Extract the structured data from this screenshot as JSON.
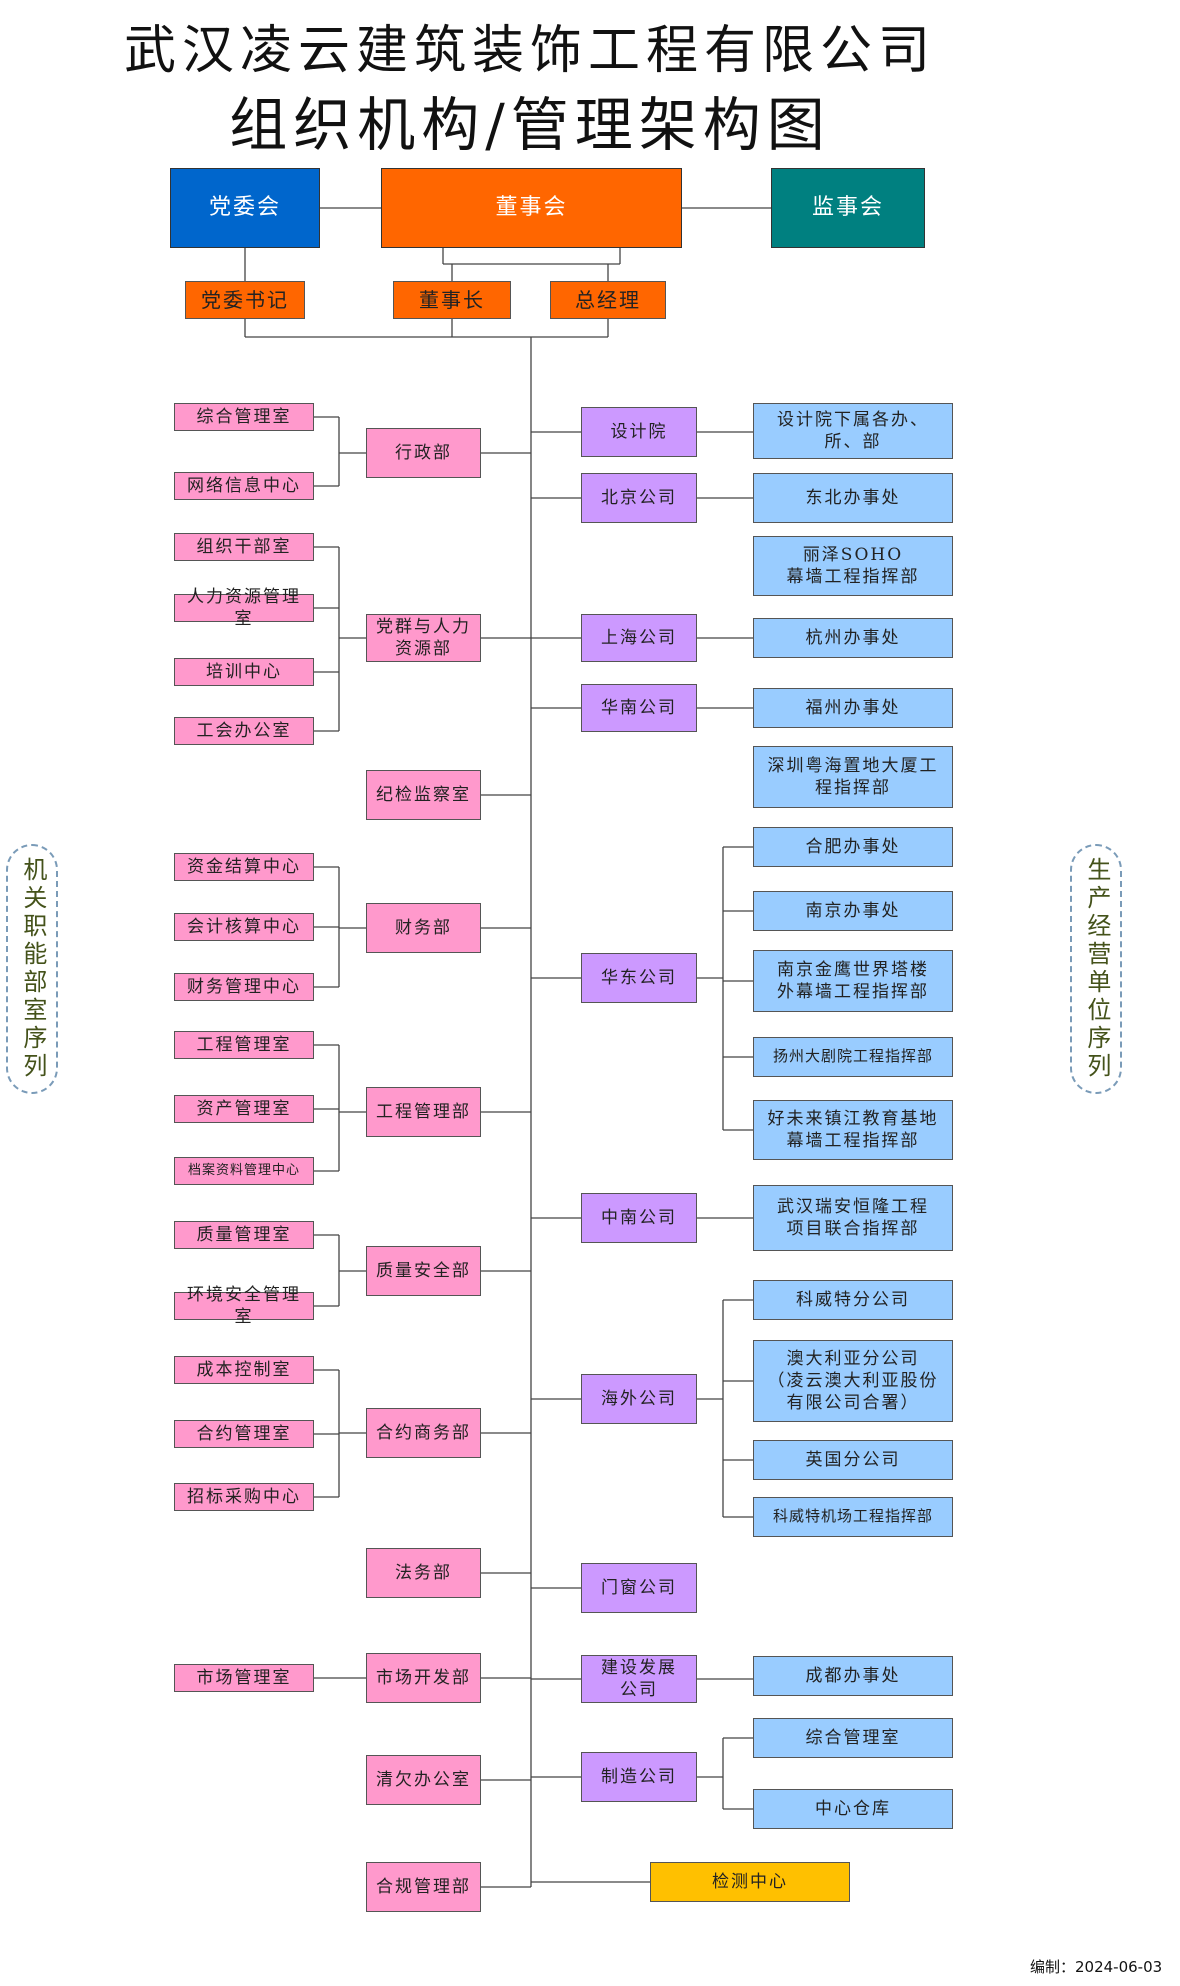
{
  "title": {
    "line1": "武汉凌云建筑装饰工程有限公司",
    "line2": "组织机构/管理架构图"
  },
  "colors": {
    "party": "#0066cc",
    "board": "#ff6600",
    "supervisors": "#008080",
    "leader": "#ff6600",
    "function_unit": "#ff99cc",
    "company": "#cc99ff",
    "branch": "#99ccff",
    "testing_center": "#ffc000"
  },
  "top": {
    "party_committee": "党委会",
    "board": "董事会",
    "supervisors": "监事会"
  },
  "leaders": {
    "party_secretary": "党委书记",
    "chairman": "董事长",
    "general_manager": "总经理"
  },
  "side_labels": {
    "left": "机关职能部室序列",
    "right": "生产经营单位序列"
  },
  "departments": [
    {
      "name": "行政部",
      "offices": [
        "综合管理室",
        "网络信息中心"
      ]
    },
    {
      "name": "党群与人力\n资源部",
      "offices": [
        "组织干部室",
        "人力资源管理室",
        "培训中心",
        "工会办公室"
      ]
    },
    {
      "name": "纪检监察室",
      "offices": []
    },
    {
      "name": "财务部",
      "offices": [
        "资金结算中心",
        "会计核算中心",
        "财务管理中心"
      ]
    },
    {
      "name": "工程管理部",
      "offices": [
        "工程管理室",
        "资产管理室",
        "档案资料管理中心"
      ]
    },
    {
      "name": "质量安全部",
      "offices": [
        "质量管理室",
        "环境安全管理室"
      ]
    },
    {
      "name": "合约商务部",
      "offices": [
        "成本控制室",
        "合约管理室",
        "招标采购中心"
      ]
    },
    {
      "name": "法务部",
      "offices": []
    },
    {
      "name": "市场开发部",
      "offices": [
        "市场管理室"
      ]
    },
    {
      "name": "清欠办公室",
      "offices": []
    },
    {
      "name": "合规管理部",
      "offices": []
    }
  ],
  "companies": [
    {
      "name": "设计院",
      "branches": [
        "设计院下属各办、\n所、部"
      ]
    },
    {
      "name": "北京公司",
      "branches": [
        "东北办事处",
        "丽泽SOHO\n幕墙工程指挥部"
      ]
    },
    {
      "name": "上海公司",
      "branches": [
        "杭州办事处"
      ]
    },
    {
      "name": "华南公司",
      "branches": [
        "福州办事处",
        "深圳粤海置地大厦工\n程指挥部"
      ]
    },
    {
      "name": "华东公司",
      "branches": [
        "合肥办事处",
        "南京办事处",
        "南京金鹰世界塔楼\n外幕墙工程指挥部",
        "扬州大剧院工程指挥部",
        "好未来镇江教育基地\n幕墙工程指挥部"
      ]
    },
    {
      "name": "中南公司",
      "branches": [
        "武汉瑞安恒隆工程\n项目联合指挥部"
      ]
    },
    {
      "name": "海外公司",
      "branches": [
        "科威特分公司",
        "澳大利亚分公司\n（凌云澳大利亚股份\n有限公司合署）",
        "英国分公司",
        "科威特机场工程指挥部"
      ]
    },
    {
      "name": "门窗公司",
      "branches": []
    },
    {
      "name": "建设发展\n公司",
      "branches": [
        "成都办事处"
      ]
    },
    {
      "name": "制造公司",
      "branches": [
        "综合管理室",
        "中心仓库"
      ]
    }
  ],
  "testing_center": "检测中心",
  "footer": "编制：2024-06-03"
}
